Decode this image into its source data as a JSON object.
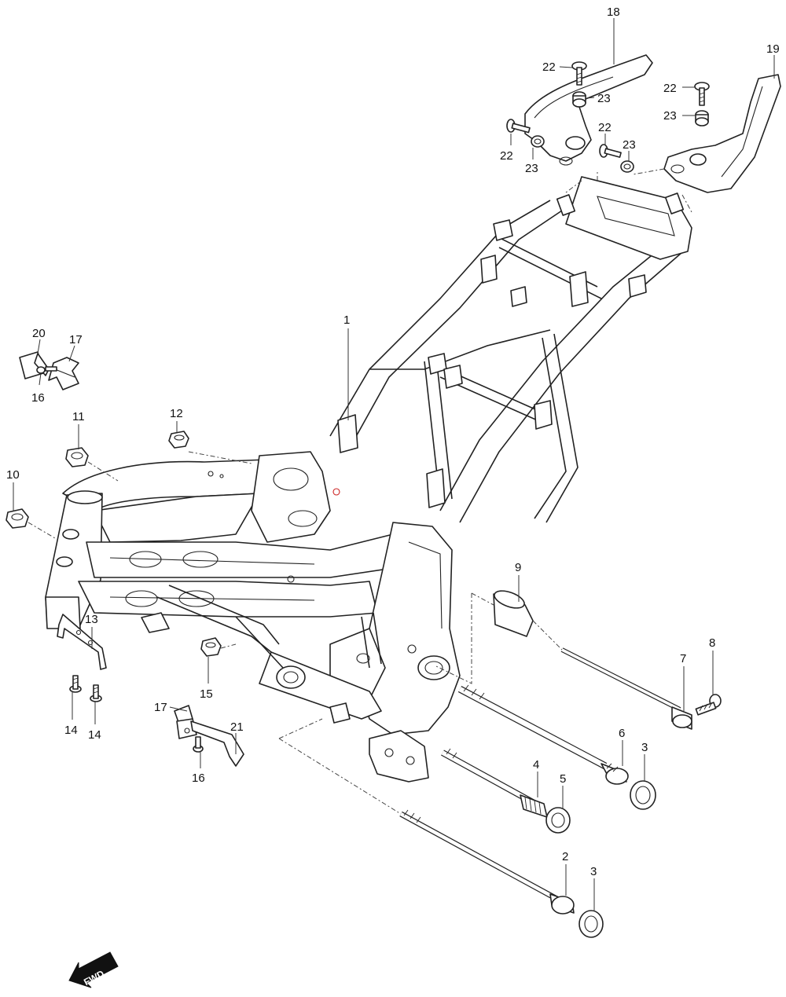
{
  "callouts": [
    {
      "id": "c1",
      "text": "1"
    },
    {
      "id": "c2",
      "text": "2"
    },
    {
      "id": "c3a",
      "text": "3"
    },
    {
      "id": "c3b",
      "text": "3"
    },
    {
      "id": "c4",
      "text": "4"
    },
    {
      "id": "c5",
      "text": "5"
    },
    {
      "id": "c6",
      "text": "6"
    },
    {
      "id": "c7",
      "text": "7"
    },
    {
      "id": "c8",
      "text": "8"
    },
    {
      "id": "c9",
      "text": "9"
    },
    {
      "id": "c10",
      "text": "10"
    },
    {
      "id": "c11",
      "text": "11"
    },
    {
      "id": "c12",
      "text": "12"
    },
    {
      "id": "c13",
      "text": "13"
    },
    {
      "id": "c14a",
      "text": "14"
    },
    {
      "id": "c14b",
      "text": "14"
    },
    {
      "id": "c15",
      "text": "15"
    },
    {
      "id": "c16a",
      "text": "16"
    },
    {
      "id": "c16b",
      "text": "16"
    },
    {
      "id": "c17a",
      "text": "17"
    },
    {
      "id": "c17b",
      "text": "17"
    },
    {
      "id": "c18",
      "text": "18"
    },
    {
      "id": "c19",
      "text": "19"
    },
    {
      "id": "c20",
      "text": "20"
    },
    {
      "id": "c21",
      "text": "21"
    },
    {
      "id": "c22a",
      "text": "22"
    },
    {
      "id": "c22b",
      "text": "22"
    },
    {
      "id": "c22c",
      "text": "22"
    },
    {
      "id": "c22d",
      "text": "22"
    },
    {
      "id": "c23a",
      "text": "23"
    },
    {
      "id": "c23b",
      "text": "23"
    },
    {
      "id": "c23c",
      "text": "23"
    },
    {
      "id": "c23d",
      "text": "23"
    }
  ],
  "direction_arrow": {
    "text": "FWD"
  }
}
